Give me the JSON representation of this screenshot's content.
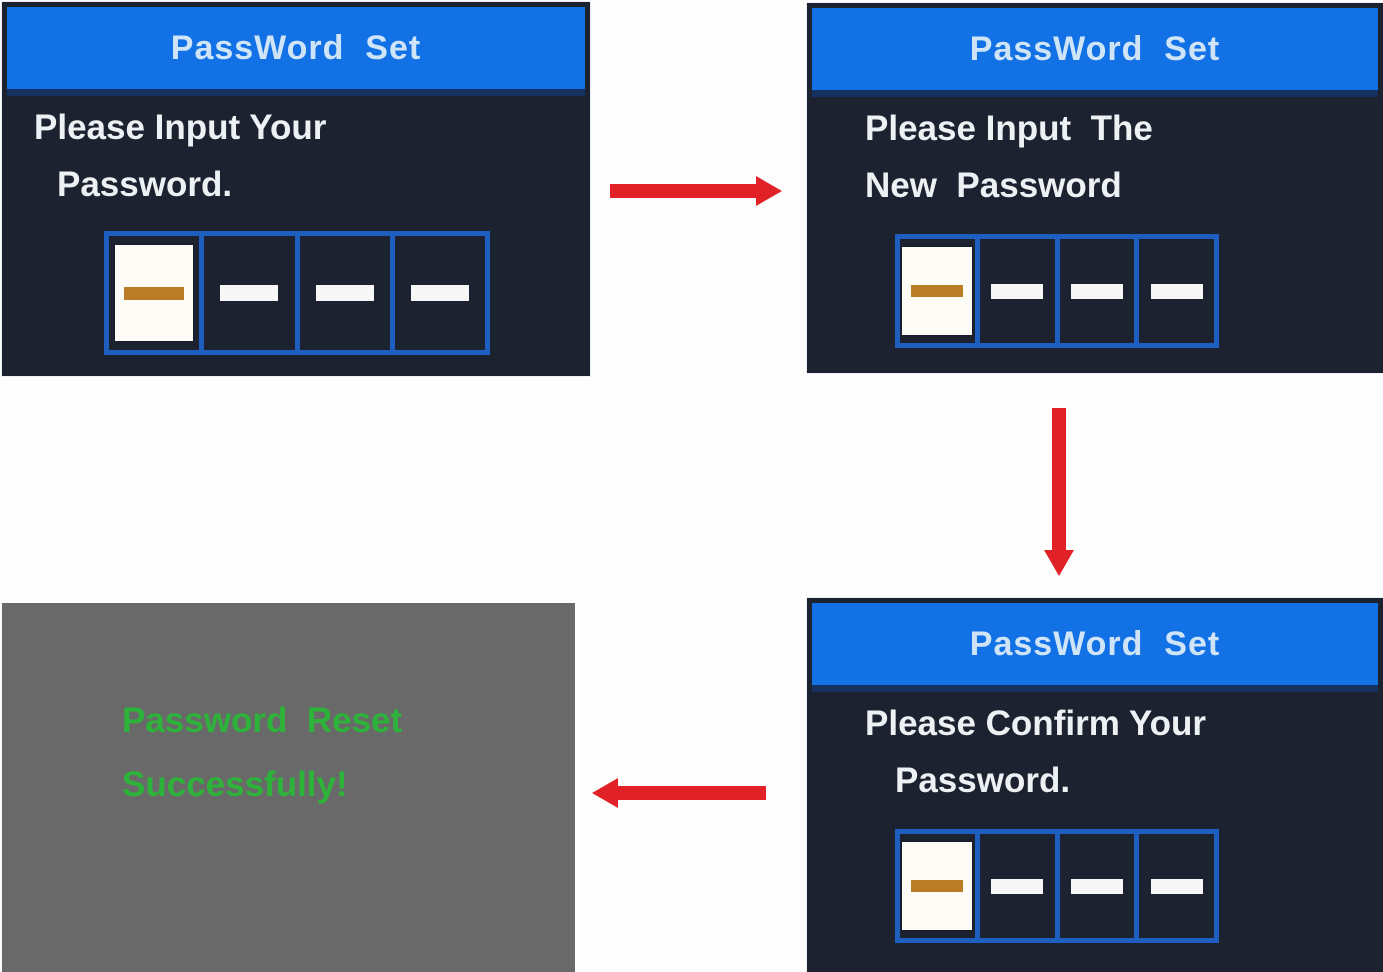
{
  "diagram": {
    "name": "password-set-flow",
    "description": "OSD PassWord Set sequence: input current password, input new password, confirm password, reset success"
  },
  "colors": {
    "header_blue": "#1371e6",
    "header_title_text": "#cfe5f7",
    "screen_dark_navy": "#1c2230",
    "body_text_white": "#eef1f4",
    "slot_frame_blue": "#1e5ebe",
    "active_slot_fill": "#fdfbf5",
    "cursor_dash_orange": "#b87d26",
    "empty_dash_white": "#f7f7f7",
    "success_screen_gray": "#696969",
    "success_text_green": "#2db33a",
    "arrow_red": "#e02126"
  },
  "screens": {
    "step1": {
      "title": "PassWord  Set",
      "line1": "Please Input Your",
      "line2": "Password.",
      "slots": [
        "cursor",
        "dash",
        "dash",
        "dash"
      ]
    },
    "step2": {
      "title": "PassWord  Set",
      "line1": "Please Input  The",
      "line2": "New  Password",
      "slots": [
        "cursor",
        "dash",
        "dash",
        "dash"
      ]
    },
    "step3": {
      "title": "PassWord  Set",
      "line1": "Please Confirm Your",
      "line2": "Password.",
      "slots": [
        "cursor",
        "dash",
        "dash",
        "dash"
      ]
    },
    "step4": {
      "line1": "Password  Reset",
      "line2": "Successfully!"
    }
  },
  "flow_arrows": [
    {
      "id": "step1-to-step2",
      "direction": "right"
    },
    {
      "id": "step2-to-step3",
      "direction": "down"
    },
    {
      "id": "step3-to-step4",
      "direction": "left"
    }
  ]
}
